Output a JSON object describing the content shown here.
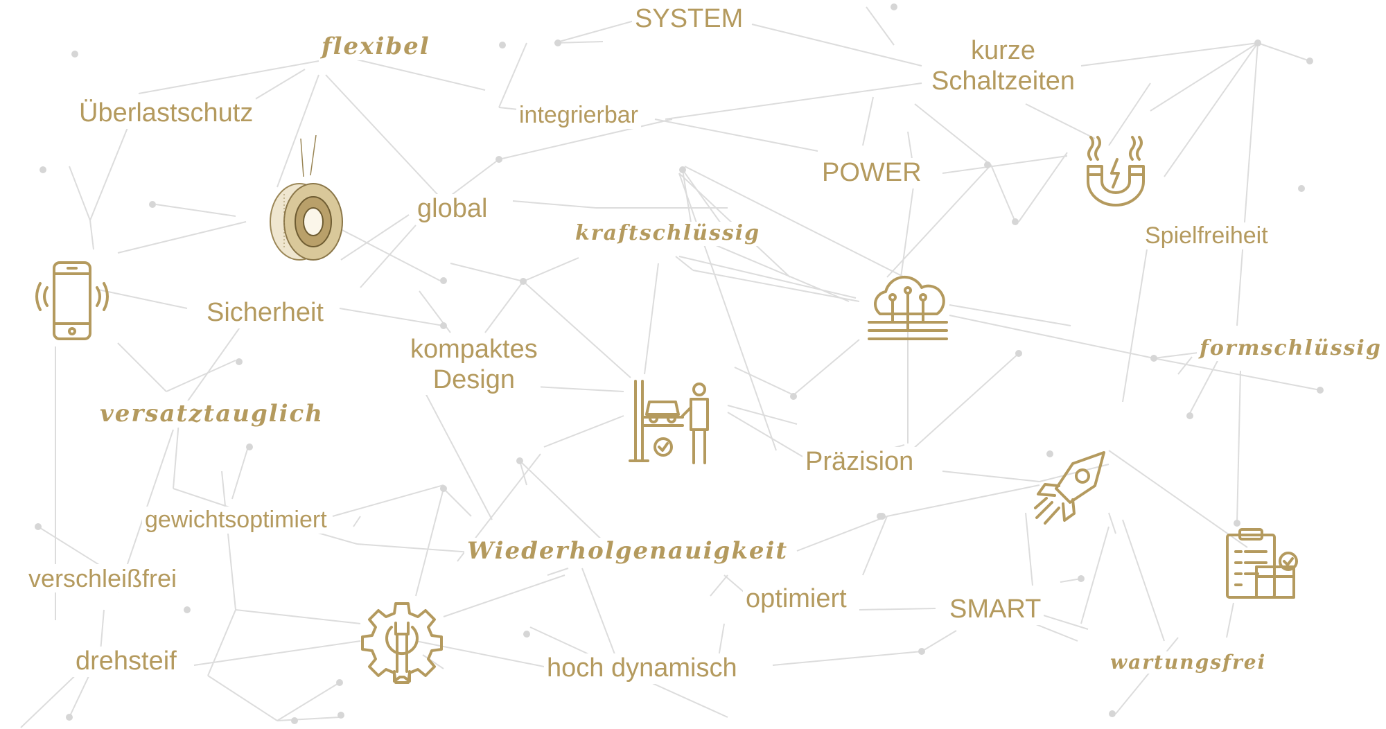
{
  "colors": {
    "accent": "#b49a5e",
    "line": "#dcdcdc",
    "dot": "#d6d6d6",
    "background": "#ffffff"
  },
  "nodes": {
    "system": "SYSTEM",
    "flexibel": "flexibel",
    "kurze_schaltzeiten": "kurze\nSchaltzeiten",
    "ueberlastschutz": "Überlastschutz",
    "integrierbar": "integrierbar",
    "power": "POWER",
    "global": "global",
    "kraftschluessig": "kraftschlüssig",
    "spielfreiheit": "Spielfreiheit",
    "sicherheit": "Sicherheit",
    "kompaktes_design": "kompaktes\nDesign",
    "formschluessig": "formschlüssig",
    "versatztauglich": "versatztauglich",
    "praezision": "Präzision",
    "gewichtsoptimiert": "gewichtsoptimiert",
    "wiederholgenauigkeit": "Wiederholgenauigkeit",
    "verschleissfrei": "verschleißfrei",
    "optimiert": "optimiert",
    "smart": "SMART",
    "drehsteif": "drehsteif",
    "hoch_dynamisch": "hoch dynamisch",
    "wartungsfrei": "wartungsfrei"
  },
  "icons": [
    "clutch-product-icon",
    "smartphone-icon",
    "magnet-icon",
    "cloud-circuit-icon",
    "car-lift-mechanic-icon",
    "rocket-icon",
    "checklist-box-icon",
    "gear-wrench-icon"
  ]
}
